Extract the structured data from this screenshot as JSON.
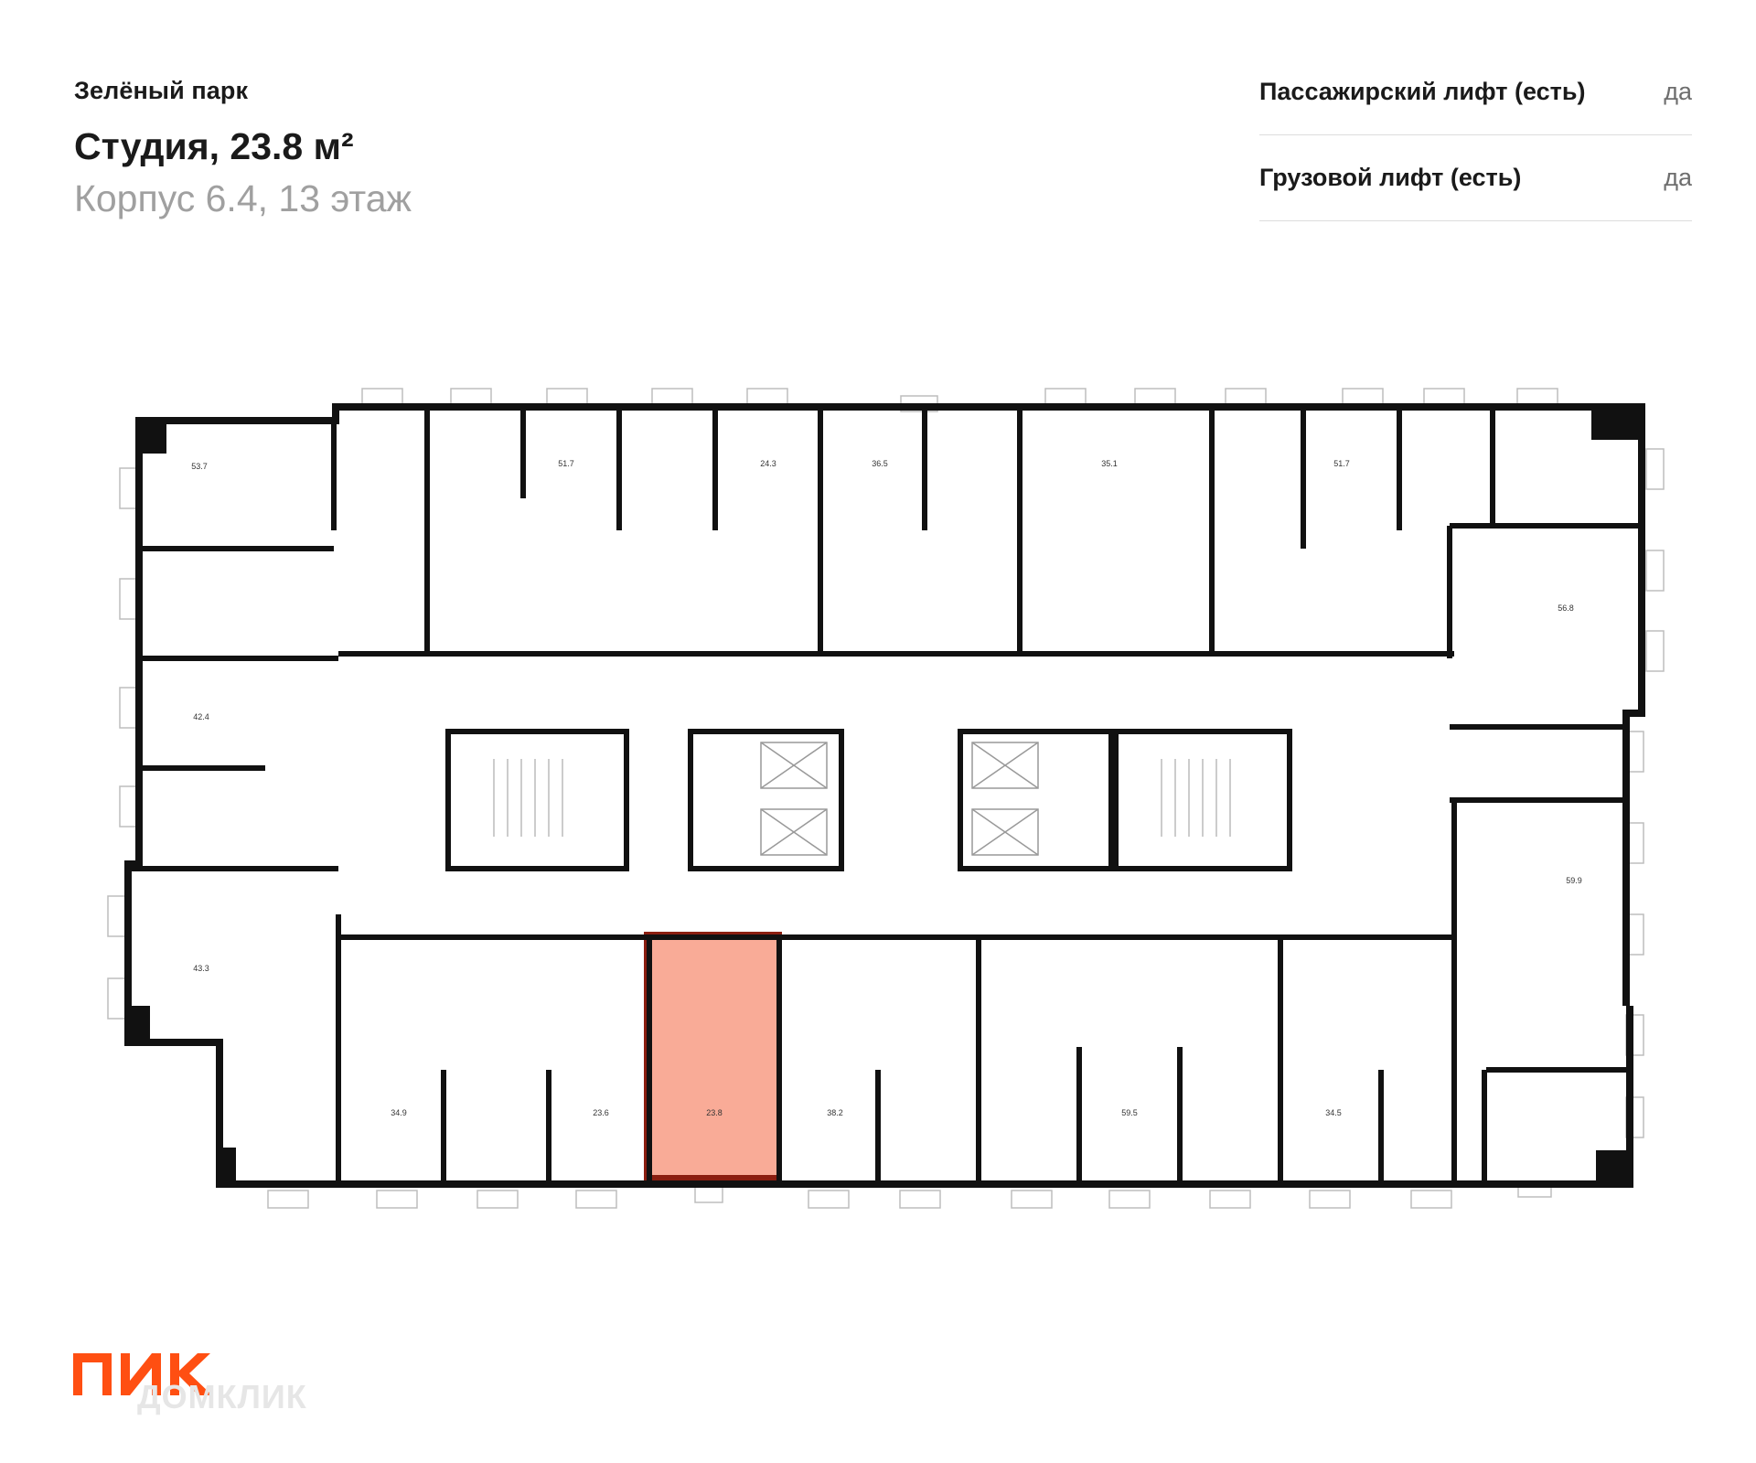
{
  "header": {
    "project": "Зелёный парк",
    "title": "Студия, 23.8 м²",
    "subtitle": "Корпус 6.4, 13 этаж"
  },
  "features": [
    {
      "label": "Пассажирский лифт (есть)",
      "value": "да"
    },
    {
      "label": "Грузовой лифт (есть)",
      "value": "да"
    }
  ],
  "plan": {
    "highlight_color": "#f47a5f",
    "wall_color": "#111111",
    "apartments": [
      {
        "area": "53.7"
      },
      {
        "area": "51.7"
      },
      {
        "area": "24.3"
      },
      {
        "area": "36.5"
      },
      {
        "area": "35.1"
      },
      {
        "area": "51.7"
      },
      {
        "area": "56.8"
      },
      {
        "area": "42.4"
      },
      {
        "area": "59.9"
      },
      {
        "area": "43.3"
      },
      {
        "area": "34.9"
      },
      {
        "area": "23.6"
      },
      {
        "area": "23.8",
        "selected": true
      },
      {
        "area": "38.2"
      },
      {
        "area": "59.5"
      },
      {
        "area": "34.5"
      }
    ]
  },
  "branding": {
    "logo": "ПИК",
    "logo_color": "#ff4f12",
    "watermark": "ДОМКЛИК"
  }
}
